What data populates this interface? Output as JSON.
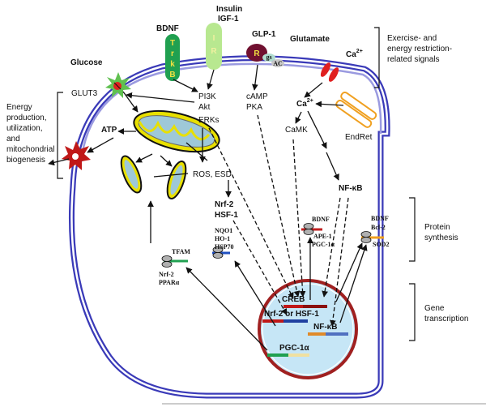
{
  "receptors": {
    "bdnf": "BDNF",
    "trkb": [
      "T",
      "r",
      "k",
      "B"
    ],
    "insulin": "Insulin",
    "igf1": "IGF-1",
    "ir": [
      "I",
      "R"
    ],
    "glp1": "GLP-1",
    "r": "R",
    "gs": "gs",
    "ac": "AC",
    "glutamate": "Glutamate",
    "ca_top": "Ca",
    "ca_sup": "2+",
    "glucose": "Glucose",
    "glut3": "GLUT3"
  },
  "signals": {
    "pi3k": "PI3K",
    "akt": "Akt",
    "erks": "ERKs",
    "camp": "cAMP",
    "pka": "PKA",
    "ca_mid": "Ca",
    "ca_mid_sup": "2+",
    "camk": "CaMK",
    "endret": "EndRet",
    "atp": "ATP",
    "ros": "ROS, ESD",
    "nrf2": "Nrf-2",
    "hsf1": "HSF-1",
    "nfkb": "NF-κB"
  },
  "proteins": {
    "tfam": "TFAM",
    "nrf2_ppar": [
      "Nrf-2",
      "PPARα"
    ],
    "nqo1": [
      "NQO1",
      "HO-1",
      "HSP70"
    ],
    "bdnf_ape": [
      "BDNF",
      "APE-1",
      "PGC-1α"
    ],
    "bdnf_bcl": [
      "BDNF",
      "Bcl-2",
      "SOD2"
    ]
  },
  "nucleus": {
    "creb": "CREB",
    "nrf2_hsf": "Nrf-2 or HSF-1",
    "nfkb": "NF-κB",
    "pgc": "PGC-1α"
  },
  "side_labels": {
    "exercise": [
      "Exercise- and",
      "energy restriction-",
      "related signals"
    ],
    "energy": [
      "Energy",
      "production,",
      "utilization,",
      "and",
      "mitochondrial",
      "biogenesis"
    ],
    "protein": [
      "Protein",
      "synthesis"
    ],
    "gene": [
      "Gene",
      "transcription"
    ]
  },
  "colors": {
    "membrane": "#3a3ab8",
    "membrane_light": "#9a9ae0",
    "nucleus_fill": "#c6e6f6",
    "nucleus_ring": "#a02020",
    "mito": "#e8e000",
    "trkb": "#20a050",
    "ir": "#b8e890",
    "r": "#701030"
  }
}
